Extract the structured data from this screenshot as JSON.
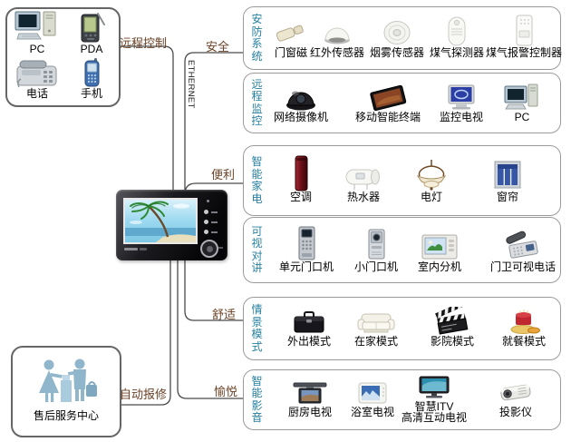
{
  "colors": {
    "title_blue": "#25809f",
    "label_brown": "#6b4226",
    "line": "#4a4a4a",
    "box_border": "#9b9b9b"
  },
  "remote_terminals": {
    "items": [
      {
        "label": "PC"
      },
      {
        "label": "PDA"
      },
      {
        "label": "电话"
      },
      {
        "label": "手机"
      }
    ]
  },
  "links": {
    "remote_control": "远程控制",
    "ethernet": "ETHERNET",
    "auto_repair": "自动报修"
  },
  "branches": {
    "safety": "安全",
    "convenience": "便利",
    "comfort": "舒适",
    "pleasure": "愉悦"
  },
  "service_center": {
    "label": "售后服务中心"
  },
  "groups": [
    {
      "title": "安防系统",
      "items": [
        {
          "label": "门窗磁"
        },
        {
          "label": "红外传感器"
        },
        {
          "label": "烟雾传感器"
        },
        {
          "label": "煤气探测器"
        },
        {
          "label": "煤气报警控制器"
        }
      ]
    },
    {
      "title": "远程监控",
      "items": [
        {
          "label": "网络摄像机"
        },
        {
          "label": "移动智能终端"
        },
        {
          "label": "监控电视"
        },
        {
          "label": "PC"
        }
      ]
    },
    {
      "title": "智能家电",
      "items": [
        {
          "label": "空调"
        },
        {
          "label": "热水器"
        },
        {
          "label": "电灯"
        },
        {
          "label": "窗帘"
        }
      ]
    },
    {
      "title": "可视对讲",
      "items": [
        {
          "label": "单元门口机"
        },
        {
          "label": "小门口机"
        },
        {
          "label": "室内分机"
        },
        {
          "label": "门卫可视电话"
        }
      ]
    },
    {
      "title": "情景模式",
      "items": [
        {
          "label": "外出模式"
        },
        {
          "label": "在家模式"
        },
        {
          "label": "影院模式"
        },
        {
          "label": "就餐模式"
        }
      ]
    },
    {
      "title": "智能影音",
      "items": [
        {
          "label": "厨房电视"
        },
        {
          "label": "浴室电视"
        },
        {
          "label": "智慧ITV\n高清互动电视"
        },
        {
          "label": "投影仪"
        }
      ]
    }
  ]
}
